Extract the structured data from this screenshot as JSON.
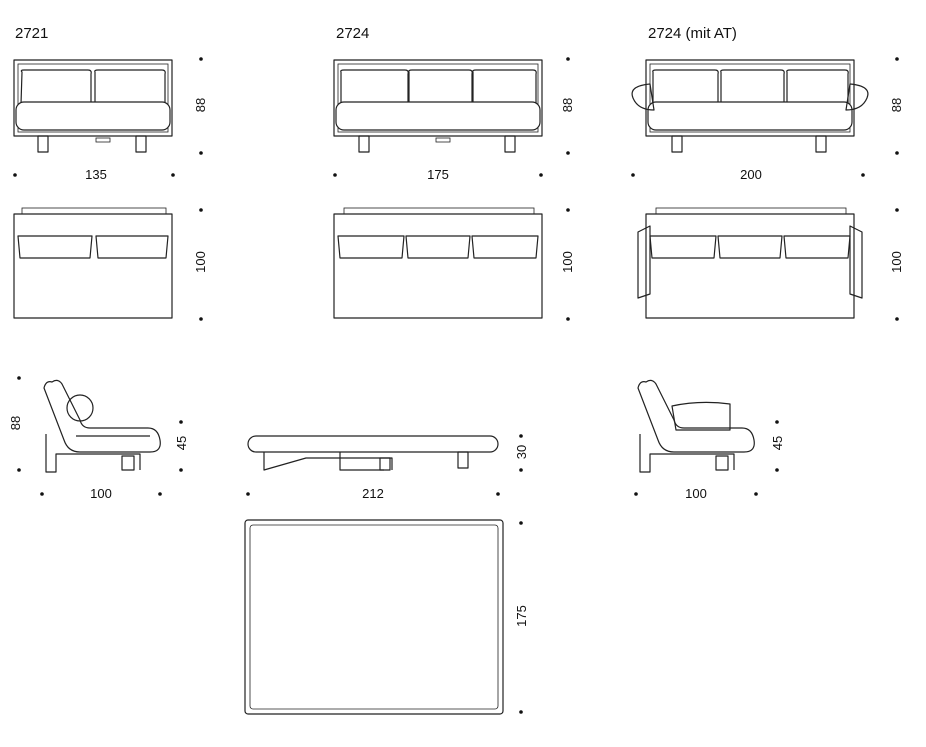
{
  "models": [
    {
      "id": "2721",
      "title": "2721",
      "width": "135",
      "height": "88",
      "depth": "100"
    },
    {
      "id": "2724",
      "title": "2724",
      "width": "175",
      "height": "88",
      "depth": "100"
    },
    {
      "id": "2724-at",
      "title": "2724 (mit AT)",
      "width": "200",
      "height": "88",
      "depth": "100"
    }
  ],
  "side_views": {
    "left": {
      "height": "88",
      "seat_height": "45",
      "depth": "100"
    },
    "right": {
      "seat_height": "45",
      "depth": "100"
    }
  },
  "bed": {
    "length": "212",
    "thickness": "30",
    "width": "175"
  }
}
